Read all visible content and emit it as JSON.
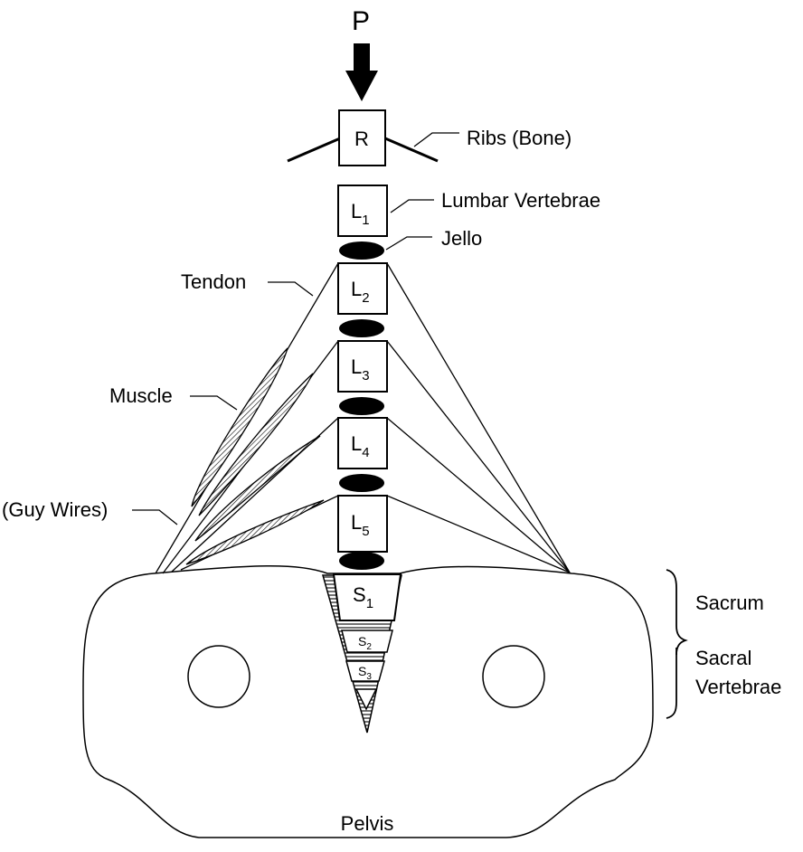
{
  "load_label": "P",
  "ribs": {
    "box_label": "R",
    "label": "Ribs (Bone)"
  },
  "lumbar_label": "Lumbar Vertebrae",
  "jello_label": "Jello",
  "tendon_label": "Tendon",
  "muscle_label": "Muscle",
  "guy_wires_label": "(Guy Wires)",
  "lumbar_vertebrae": [
    {
      "letter": "L",
      "num": "1"
    },
    {
      "letter": "L",
      "num": "2"
    },
    {
      "letter": "L",
      "num": "3"
    },
    {
      "letter": "L",
      "num": "4"
    },
    {
      "letter": "L",
      "num": "5"
    }
  ],
  "sacral_vertebrae": [
    {
      "letter": "S",
      "num": "1"
    },
    {
      "letter": "S",
      "num": "2"
    },
    {
      "letter": "S",
      "num": "3"
    }
  ],
  "sacrum_label": "Sacrum",
  "sacral_vertebrae_label": [
    "Sacral",
    "Vertebrae"
  ],
  "pelvis_label": "Pelvis"
}
